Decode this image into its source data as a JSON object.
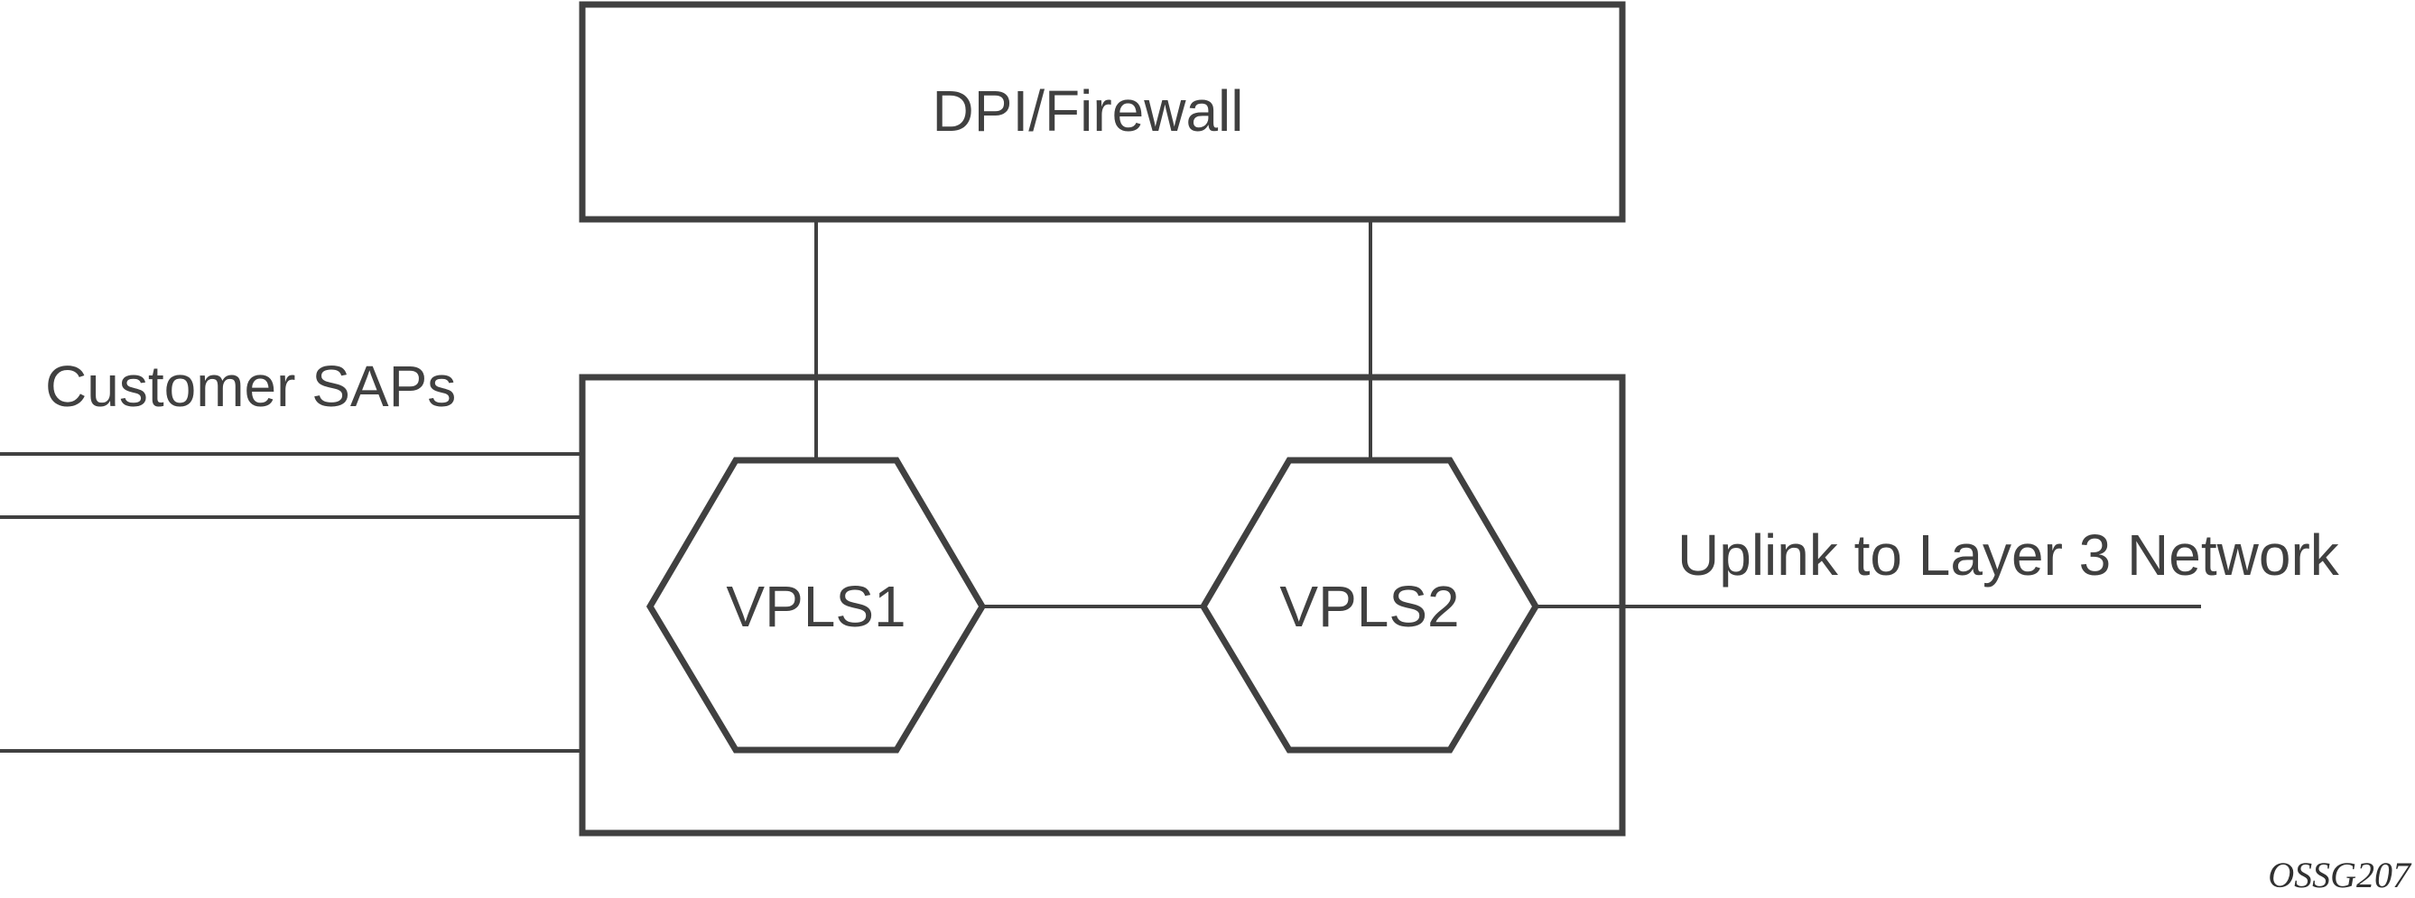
{
  "diagram": {
    "firewall_label": "DPI/Firewall",
    "customer_saps_label": "Customer SAPs",
    "vpls1_label": "VPLS1",
    "vpls2_label": "VPLS2",
    "uplink_label": "Uplink to Layer 3 Network",
    "figure_id": "OSSG207"
  },
  "colors": {
    "box_stroke": "#404040",
    "line_stroke": "#404040",
    "text": "#404040"
  }
}
